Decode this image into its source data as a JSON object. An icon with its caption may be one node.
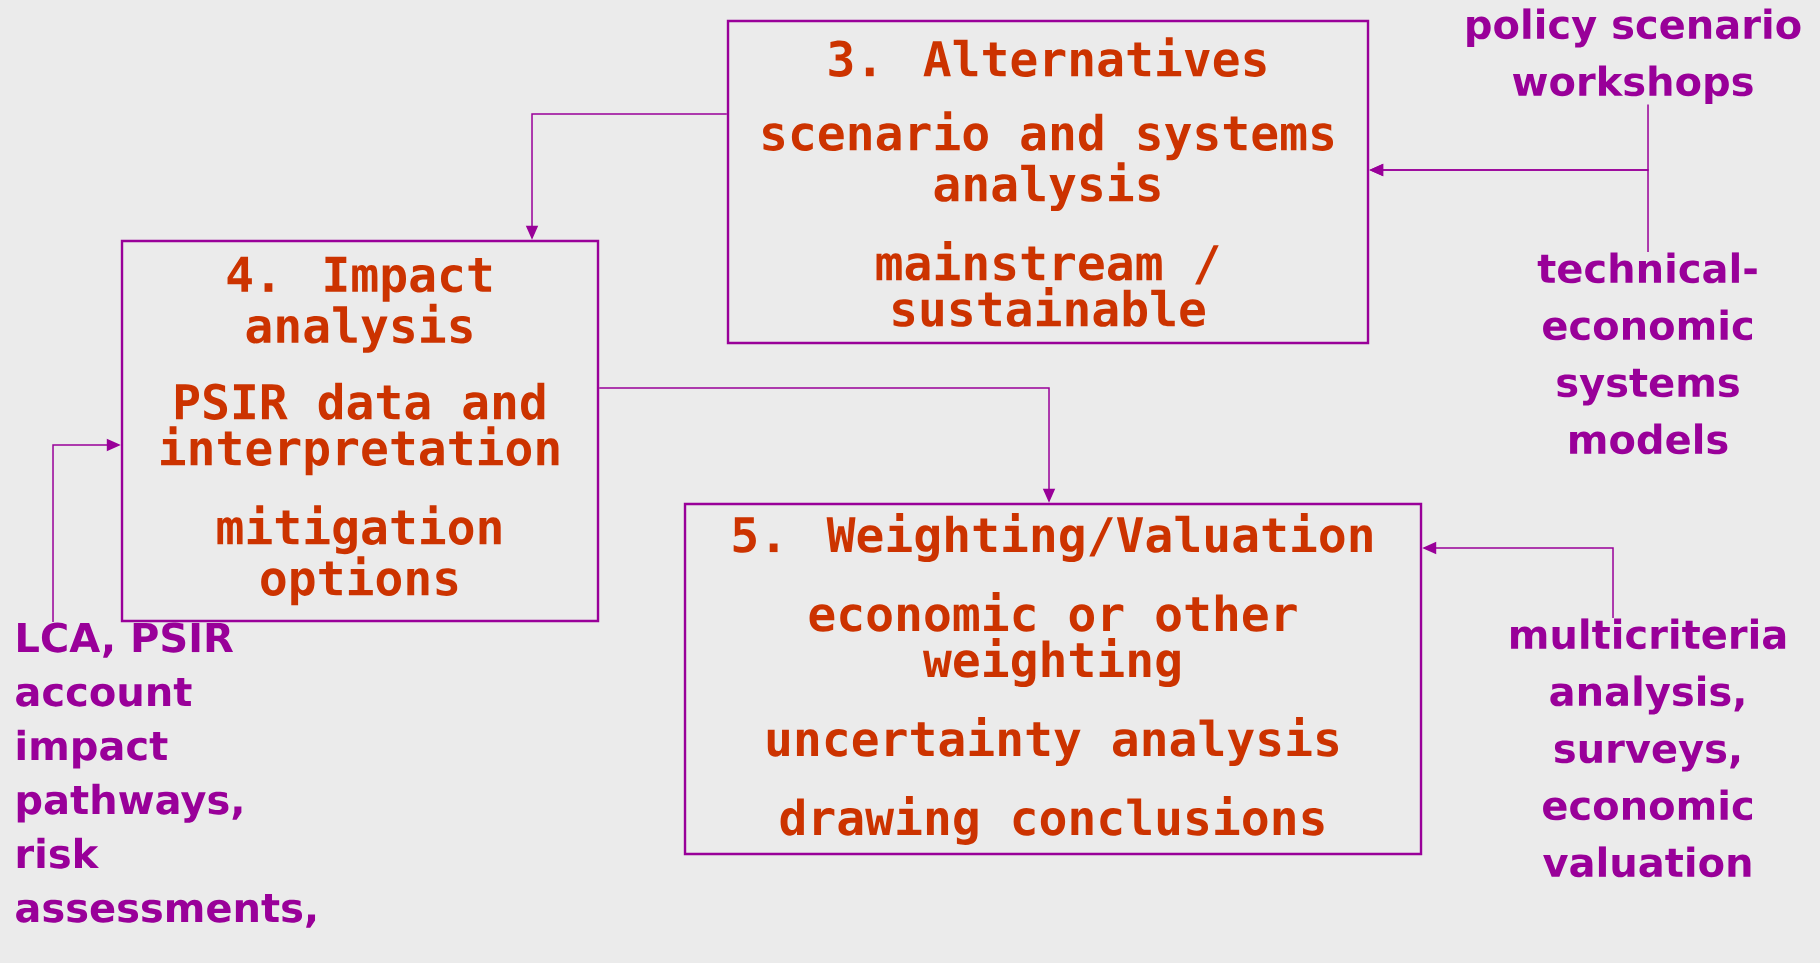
{
  "diagram": {
    "nodes": [
      {
        "text": [
          "3. Alternatives",
          "scenario and systems analysis",
          "mainstream / sustainable"
        ]
      },
      {
        "text": [
          "policy scenario workshops"
        ]
      },
      {
        "text": [
          "technical-economic systems models"
        ]
      },
      {
        "text": [
          "4. Impact analysis",
          "PSIR data and interpretation",
          "mitigation options"
        ]
      },
      {
        "text": [
          "5. Weighting/Valuation",
          "economic or other weighting",
          "uncertainty analysis",
          "drawing conclusions"
        ]
      },
      {
        "text": [
          "multicriteria analysis, surveys, economic valuation"
        ]
      },
      {
        "text": [
          "LCA, PSIR account impact pathways, risk assessments,"
        ]
      }
    ],
    "edges": [
      {
        "from": 0,
        "to": 3,
        "arrow": "to"
      },
      {
        "from": 3,
        "to": 4,
        "arrow": "to"
      },
      {
        "from": 1,
        "to": 0,
        "arrow": "to"
      },
      {
        "from": 2,
        "to": 0,
        "arrow": "to"
      },
      {
        "from": 5,
        "to": 4,
        "arrow": "to"
      },
      {
        "from": 6,
        "to": 3,
        "arrow": "to"
      }
    ]
  }
}
